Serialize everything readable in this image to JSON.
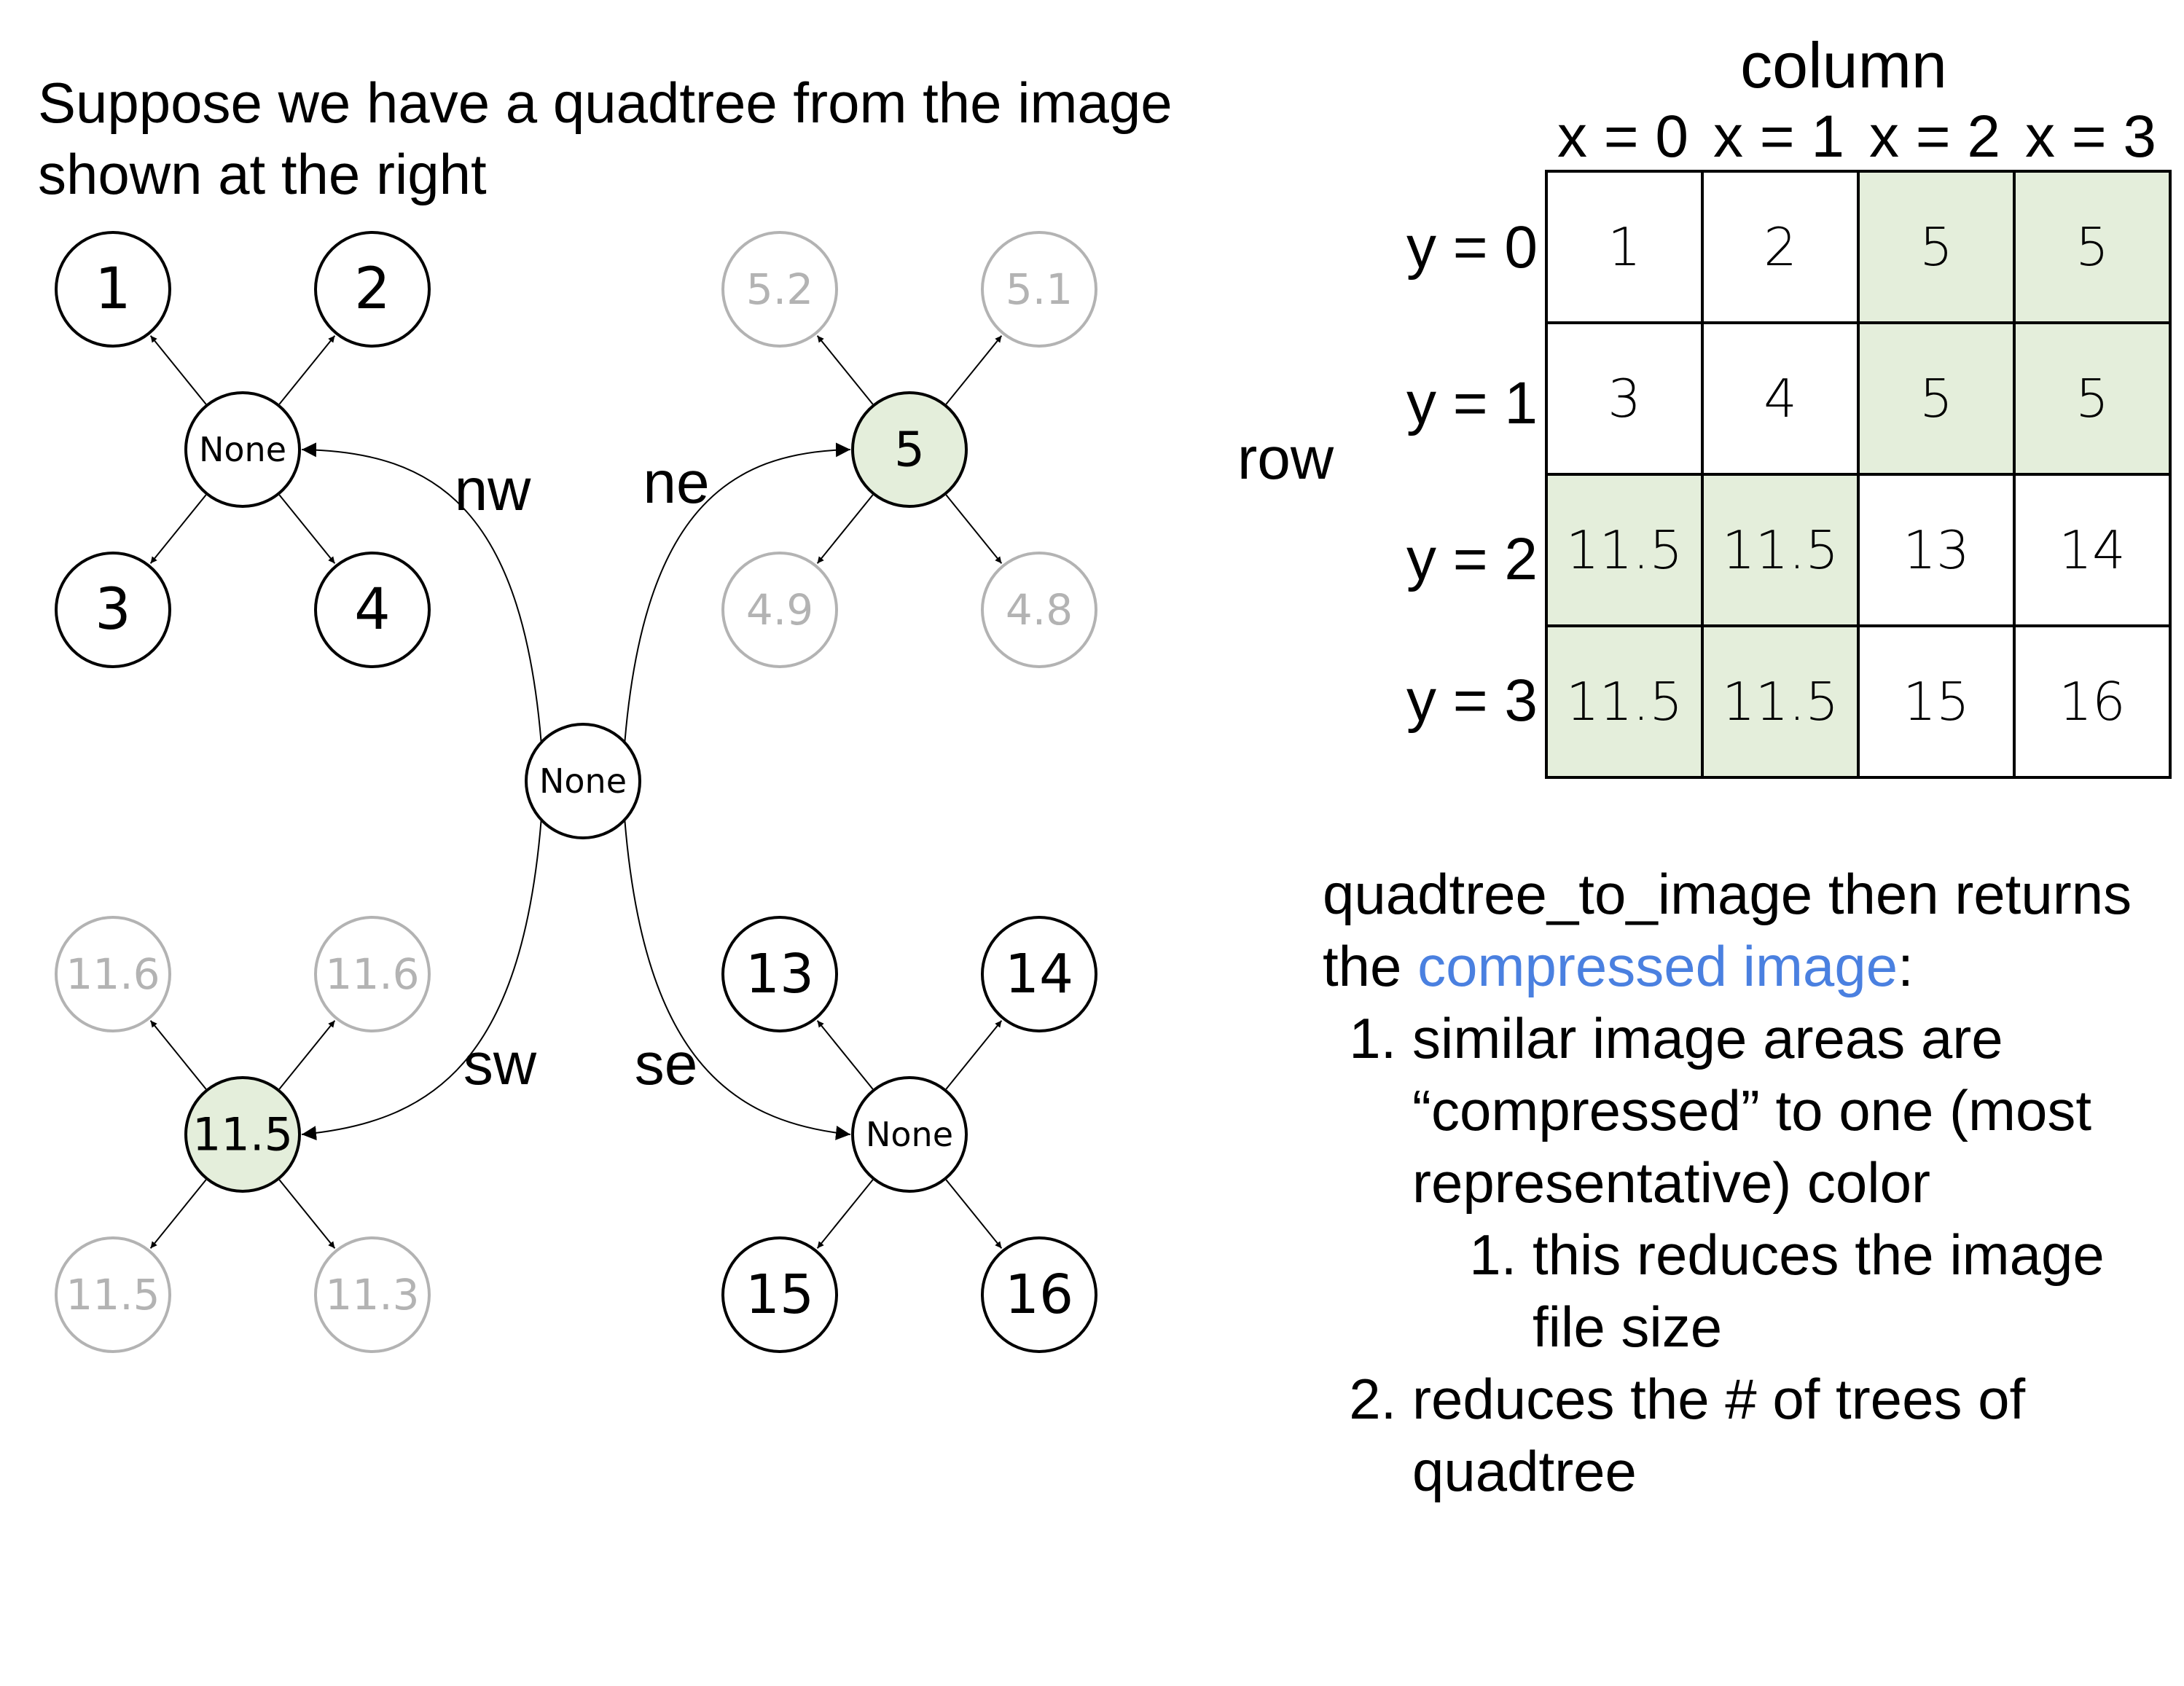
{
  "intro": "Suppose we have a quadtree from the image shown at the right",
  "colors": {
    "highlight_fill": "#e4eedb",
    "faded": "#b3b3b3",
    "accent_text": "#4a80e0"
  },
  "tree": {
    "root": {
      "label": "None",
      "highlighted": false,
      "faded": false
    },
    "branches": [
      {
        "direction": "nw",
        "center": {
          "label": "None",
          "highlighted": false
        },
        "children": [
          {
            "label": "1",
            "faded": false
          },
          {
            "label": "2",
            "faded": false
          },
          {
            "label": "3",
            "faded": false
          },
          {
            "label": "4",
            "faded": false
          }
        ]
      },
      {
        "direction": "ne",
        "center": {
          "label": "5",
          "highlighted": true
        },
        "children": [
          {
            "label": "5.2",
            "faded": true
          },
          {
            "label": "5.1",
            "faded": true
          },
          {
            "label": "4.9",
            "faded": true
          },
          {
            "label": "4.8",
            "faded": true
          }
        ]
      },
      {
        "direction": "sw",
        "center": {
          "label": "11.5",
          "highlighted": true
        },
        "children": [
          {
            "label": "11.6",
            "faded": true
          },
          {
            "label": "11.6",
            "faded": true
          },
          {
            "label": "11.5",
            "faded": true
          },
          {
            "label": "11.3",
            "faded": true
          }
        ]
      },
      {
        "direction": "se",
        "center": {
          "label": "None",
          "highlighted": false
        },
        "children": [
          {
            "label": "13",
            "faded": false
          },
          {
            "label": "14",
            "faded": false
          },
          {
            "label": "15",
            "faded": false
          },
          {
            "label": "16",
            "faded": false
          }
        ]
      }
    ]
  },
  "grid": {
    "column_title": "column",
    "row_title": "row",
    "columns": [
      "x = 0",
      "x = 1",
      "x = 2",
      "x = 3"
    ],
    "rows": [
      "y = 0",
      "y = 1",
      "y = 2",
      "y = 3"
    ],
    "cells": [
      [
        "1",
        "2",
        "5",
        "5"
      ],
      [
        "3",
        "4",
        "5",
        "5"
      ],
      [
        "11.5",
        "11.5",
        "13",
        "14"
      ],
      [
        "11.5",
        "11.5",
        "15",
        "16"
      ]
    ],
    "highlighted": [
      [
        false,
        false,
        true,
        true
      ],
      [
        false,
        false,
        true,
        true
      ],
      [
        true,
        true,
        false,
        false
      ],
      [
        true,
        true,
        false,
        false
      ]
    ]
  },
  "explanation": {
    "lead_before": "quadtree_to_image then returns the ",
    "lead_highlight": "compressed image",
    "lead_after": ":",
    "point1": "similar image areas are “compressed” to one (most representative) color",
    "point1_sub": "this reduces the image file size",
    "point2": "reduces the # of trees of quadtree"
  }
}
